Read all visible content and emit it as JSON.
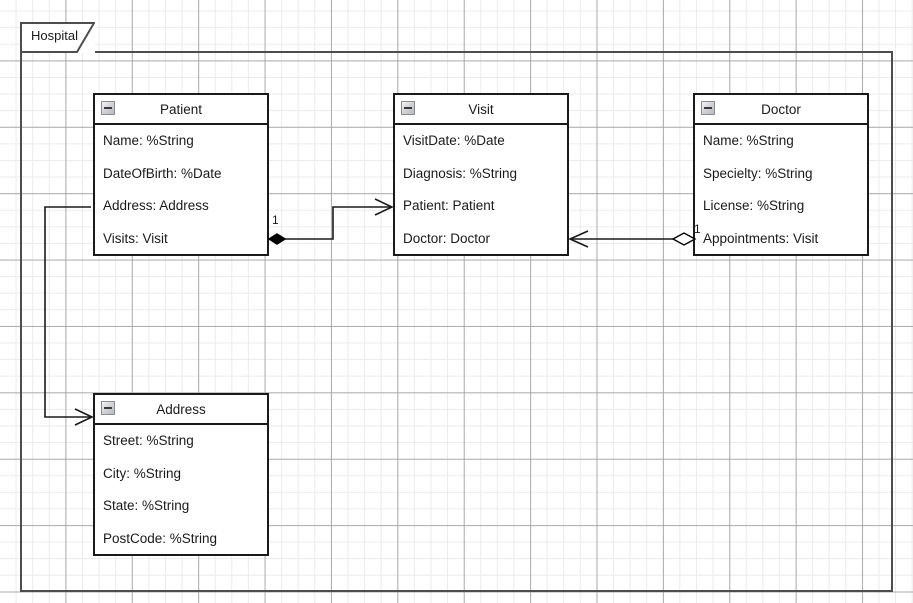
{
  "diagram": {
    "type": "uml-class-diagram",
    "package": {
      "name": "Hospital"
    },
    "classes": [
      {
        "id": "patient",
        "name": "Patient",
        "collapse_icon": "minus-collapse-icon",
        "attributes": [
          "Name: %String",
          "DateOfBirth: %Date",
          "Address: Address",
          "Visits: Visit"
        ]
      },
      {
        "id": "visit",
        "name": "Visit",
        "collapse_icon": "minus-collapse-icon",
        "attributes": [
          "VisitDate: %Date",
          "Diagnosis: %String",
          "Patient: Patient",
          "Doctor: Doctor"
        ]
      },
      {
        "id": "doctor",
        "name": "Doctor",
        "collapse_icon": "minus-collapse-icon",
        "attributes": [
          "Name: %String",
          "Specielty: %String",
          "License: %String",
          "Appointments: Visit"
        ]
      },
      {
        "id": "address",
        "name": "Address",
        "collapse_icon": "minus-collapse-icon",
        "attributes": [
          "Street: %String",
          "City: %String",
          "State: %String",
          "PostCode: %String"
        ]
      }
    ],
    "relationships": [
      {
        "id": "patient-visits",
        "from": "Patient",
        "to": "Visit",
        "kind": "composition",
        "source_decoration": "filled-diamond",
        "target_decoration": "open-arrow",
        "multiplicity_source": "1"
      },
      {
        "id": "doctor-appointments",
        "from": "Doctor",
        "to": "Visit",
        "kind": "aggregation",
        "source_decoration": "hollow-diamond",
        "target_decoration": "open-arrow",
        "multiplicity_source": "1"
      },
      {
        "id": "patient-address",
        "from": "Patient",
        "to": "Address",
        "kind": "association",
        "source_decoration": "none",
        "target_decoration": "open-arrow",
        "multiplicity_source": ""
      }
    ],
    "colors": {
      "line": "#1a1a1a",
      "package_border": "#4d4d4d",
      "box_fill": "#ffffff",
      "grid_major": "#a0a0a0",
      "grid_minor": "#ebebeb"
    }
  }
}
